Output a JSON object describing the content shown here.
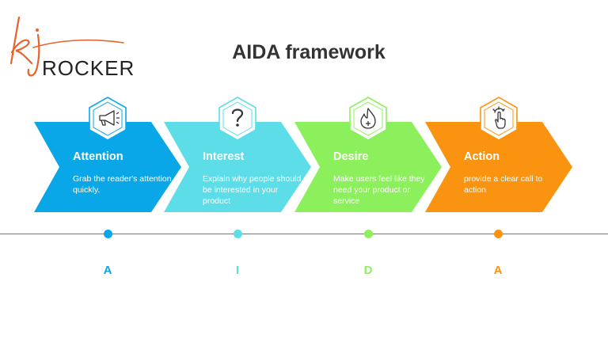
{
  "brand": {
    "logo_script": "kj",
    "logo_word": "ROCKER"
  },
  "title": "AIDA framework",
  "colors": {
    "attention": "#0aa7e8",
    "interest": "#5ddde8",
    "desire": "#8cf05c",
    "action": "#fa9410",
    "logo_accent": "#e8622b",
    "timeline": "#777777"
  },
  "steps": [
    {
      "heading": "Attention",
      "body": "Grab the reader's attention quickly.",
      "letter": "A",
      "icon": "megaphone-icon"
    },
    {
      "heading": "Interest",
      "body": "Explain why people should be interested in your product",
      "letter": "I",
      "icon": "question-mark-icon"
    },
    {
      "heading": "Desire",
      "body": "Make users feel like they need your product or service",
      "letter": "D",
      "icon": "flame-icon"
    },
    {
      "heading": "Action",
      "body": "provide a clear call to action",
      "letter": "A",
      "icon": "pointing-hand-icon"
    }
  ]
}
